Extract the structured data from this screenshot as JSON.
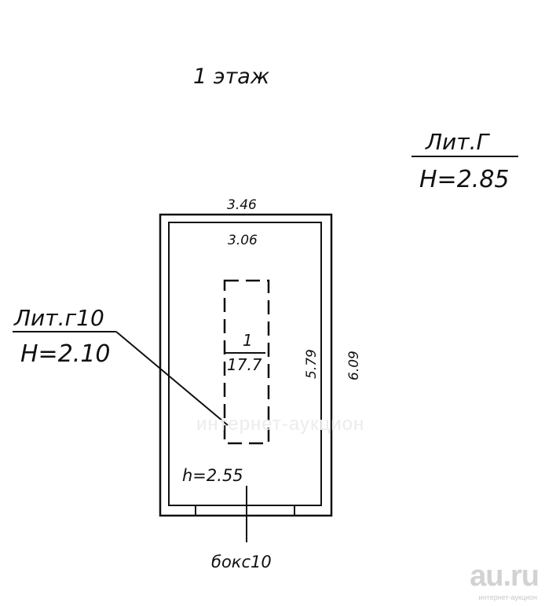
{
  "floor_title": "1 этаж",
  "lit_main": {
    "label": "Лит.Г",
    "height": "H=2.85"
  },
  "lit_room": {
    "label": "Лит.г10",
    "height": "H=2.10"
  },
  "dimensions": {
    "outer_width": "3.46",
    "inner_width": "3.06",
    "inner_length": "5.79",
    "outer_length": "6.09"
  },
  "room": {
    "number": "1",
    "area": "17.7",
    "ceiling": "h=2.55"
  },
  "box_label": "бокс10",
  "watermark": {
    "logo": "au.ru",
    "logo_sub": "интернет-аукцион",
    "center": "интернет-аукцион"
  },
  "colors": {
    "ink": "#111111",
    "watermark": "#d2d2d2"
  }
}
